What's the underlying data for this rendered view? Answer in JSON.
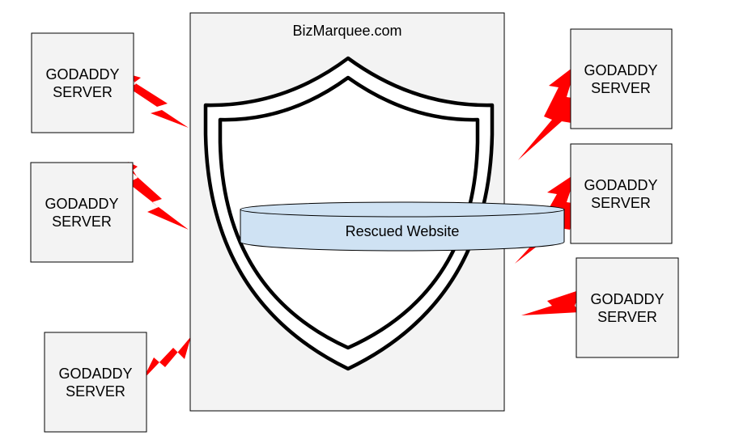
{
  "diagram": {
    "site_title": "BizMarquee.com",
    "rescued_label": "Rescued Website",
    "servers": [
      {
        "line1": "GODADDY",
        "line2": "SERVER"
      },
      {
        "line1": "GODADDY",
        "line2": "SERVER"
      },
      {
        "line1": "GODADDY",
        "line2": "SERVER"
      },
      {
        "line1": "GODADDY",
        "line2": "SERVER"
      },
      {
        "line1": "GODADDY",
        "line2": "SERVER"
      },
      {
        "line1": "GODADDY",
        "line2": "SERVER"
      }
    ],
    "colors": {
      "server_fill": "#f3f3f3",
      "panel_fill": "#f3f3f3",
      "lightning": "#ff0000",
      "shield_fill": "#ffffff",
      "shield_stroke": "#000000",
      "cylinder_fill": "#cfe2f3",
      "outline": "#000000"
    }
  }
}
